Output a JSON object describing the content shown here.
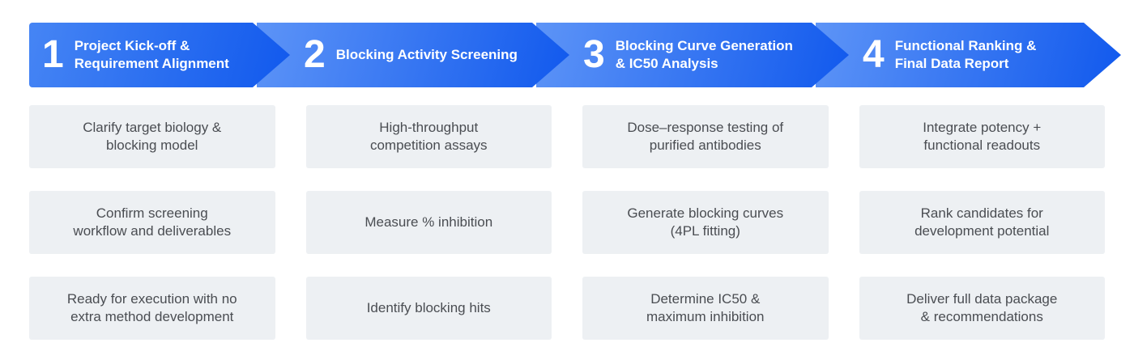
{
  "colors": {
    "page_bg": "#FFFFFF",
    "arrow_grad_start": "#5D94F7",
    "arrow_grad_end": "#1159ED",
    "step_text": "#FFFFFF",
    "box_bg": "#EDF0F3",
    "box_text": "#4A4D52"
  },
  "process": {
    "steps": [
      {
        "number": "1",
        "title": "Project Kick-off &\nRequirement Alignment",
        "items": [
          "Clarify target biology &\nblocking model",
          "Confirm screening\nworkflow and deliverables",
          "Ready for execution with no\nextra method development"
        ]
      },
      {
        "number": "2",
        "title": "Blocking Activity Screening",
        "items": [
          "High-throughput\ncompetition assays",
          "Measure % inhibition",
          "Identify blocking hits"
        ]
      },
      {
        "number": "3",
        "title": "Blocking Curve Generation\n& IC50 Analysis",
        "items": [
          "Dose–response testing of\npurified antibodies",
          "Generate blocking curves\n(4PL fitting)",
          "Determine IC50 &\nmaximum inhibition"
        ]
      },
      {
        "number": "4",
        "title": "Functional Ranking &\nFinal Data Report",
        "items": [
          "Integrate potency +\nfunctional readouts",
          "Rank candidates for\ndevelopment potential",
          "Deliver full data package\n& recommendations"
        ]
      }
    ]
  }
}
